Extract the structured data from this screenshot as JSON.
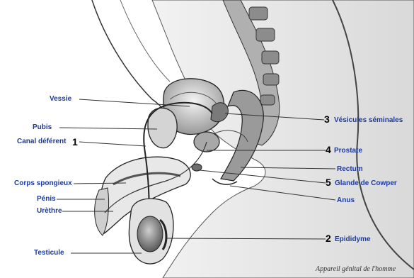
{
  "colors": {
    "label_text": "#1d3a9c",
    "leader_line": "#333333",
    "number_text": "#000000",
    "tissue_light": "#e6e6e6",
    "tissue_mid": "#bdbdbd",
    "tissue_dark": "#6e6e6e",
    "outline": "#222222"
  },
  "labels": {
    "vessie": "Vessie",
    "pubis": "Pubis",
    "canal_deferent": "Canal déférent",
    "corps_spongieux": "Corps spongieux",
    "penis": "Pénis",
    "urethre": "Urèthre",
    "testicule": "Testicule",
    "vesicules_seminales": "Vésicules séminales",
    "prostate": "Prostate",
    "rectum": "Rectum",
    "glande_cowper": "Glande de Cowper",
    "anus": "Anus",
    "epididyme": "Epididyme"
  },
  "numbers": {
    "canal_deferent": "1",
    "epididyme": "2",
    "vesicules_seminales": "3",
    "prostate": "4",
    "glande_cowper": "5"
  },
  "caption": "Appareil génital de l'homme"
}
